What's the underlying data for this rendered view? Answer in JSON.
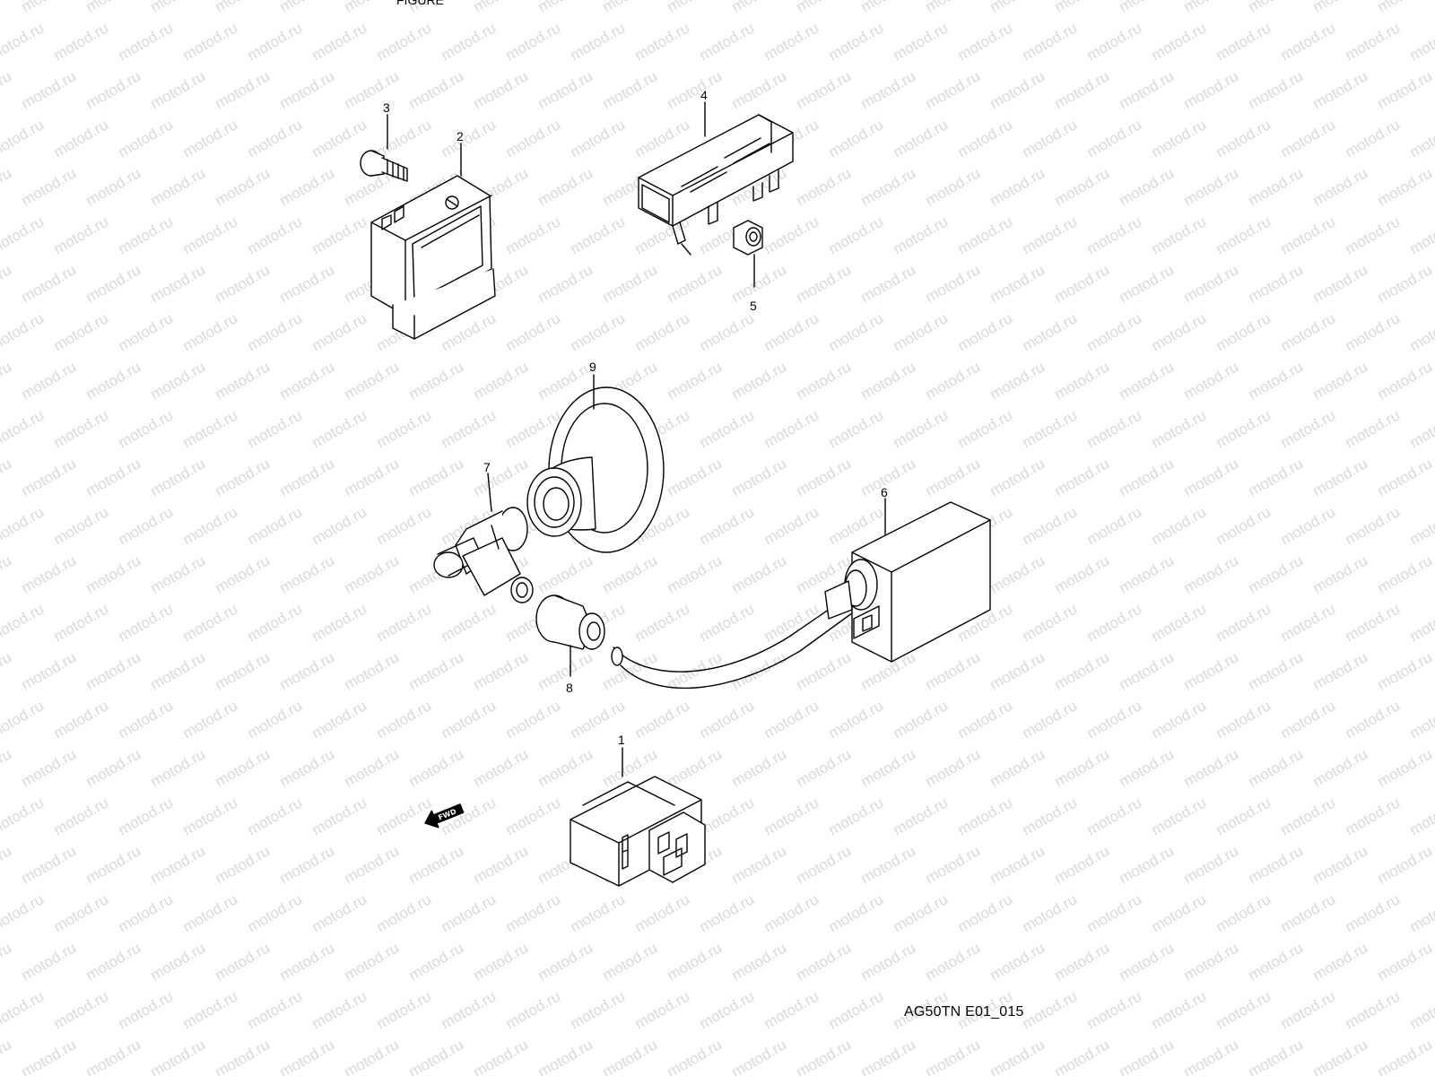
{
  "header_text": "FIGURE",
  "diagram_code": "AG50TN E01_015",
  "watermark_text": "motod.ru",
  "fwd_label": "FWD",
  "callouts": [
    {
      "id": "1",
      "label": "1"
    },
    {
      "id": "2",
      "label": "2"
    },
    {
      "id": "3",
      "label": "3"
    },
    {
      "id": "4",
      "label": "4"
    },
    {
      "id": "5",
      "label": "5"
    },
    {
      "id": "6",
      "label": "6"
    },
    {
      "id": "7",
      "label": "7"
    },
    {
      "id": "8",
      "label": "8"
    },
    {
      "id": "9",
      "label": "9"
    }
  ]
}
